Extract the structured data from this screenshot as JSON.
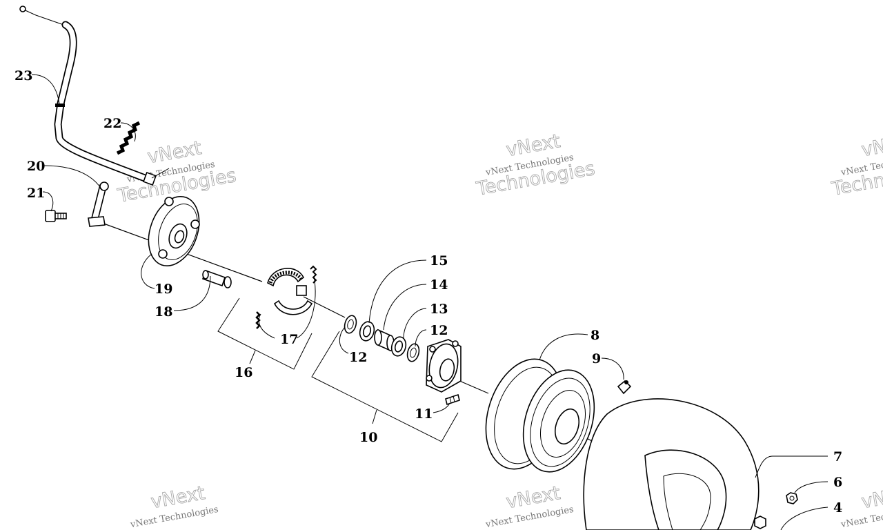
{
  "watermark": {
    "line1": "vNext Technologies",
    "line2": "vNext",
    "line3": "Technologies"
  },
  "callouts": [
    {
      "id": "23",
      "label": "23"
    },
    {
      "id": "22",
      "label": "22"
    },
    {
      "id": "20",
      "label": "20"
    },
    {
      "id": "21",
      "label": "21"
    },
    {
      "id": "19",
      "label": "19"
    },
    {
      "id": "18",
      "label": "18"
    },
    {
      "id": "17",
      "label": "17"
    },
    {
      "id": "16",
      "label": "16"
    },
    {
      "id": "15",
      "label": "15"
    },
    {
      "id": "14",
      "label": "14"
    },
    {
      "id": "13",
      "label": "13"
    },
    {
      "id": "12a",
      "label": "12"
    },
    {
      "id": "12b",
      "label": "12"
    },
    {
      "id": "11",
      "label": "11"
    },
    {
      "id": "10",
      "label": "10"
    },
    {
      "id": "9",
      "label": "9"
    },
    {
      "id": "8",
      "label": "8"
    },
    {
      "id": "7",
      "label": "7"
    },
    {
      "id": "6",
      "label": "6"
    },
    {
      "id": "4",
      "label": "4"
    }
  ]
}
